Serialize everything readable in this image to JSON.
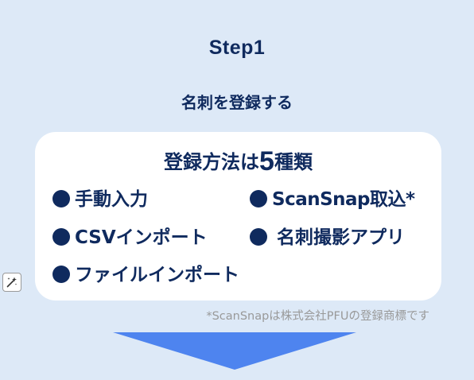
{
  "step": {
    "title": "Step1",
    "subtitle": "名刺を登録する"
  },
  "card": {
    "heading_prefix": "登録方法は",
    "heading_number": "5",
    "heading_suffix": "種類",
    "methods": [
      "手動入力",
      "ScanSnap取込*",
      "CSVインポート",
      "名刺撮影アプリ",
      "ファイルインポート"
    ]
  },
  "footnote": "*ScanSnapは株式会社PFUの登録商標です",
  "toolbar": {
    "sparkle_icon": "magic-wand-sparkle"
  },
  "colors": {
    "background": "#dde9f7",
    "text_primary": "#0f2a5e",
    "arrow": "#4e84ef",
    "footnote": "#999999"
  }
}
